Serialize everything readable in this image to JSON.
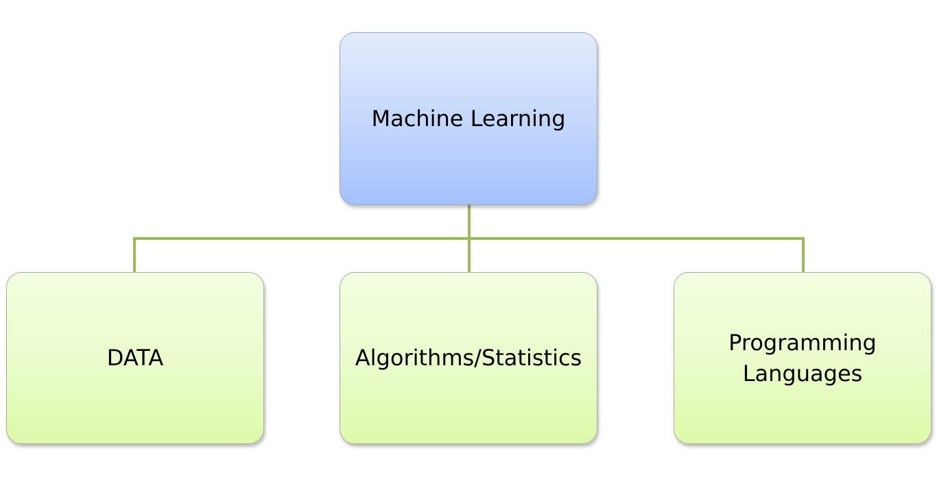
{
  "diagram": {
    "type": "hierarchy",
    "root": {
      "label": "Machine Learning",
      "fill_color": "#c2d6fc"
    },
    "children": [
      {
        "label": "DATA"
      },
      {
        "label": "Algorithms/Statistics"
      },
      {
        "label": "Programming Languages"
      }
    ],
    "child_fill_color": "#e9fcc9",
    "connector_color": "#9bbb59"
  }
}
